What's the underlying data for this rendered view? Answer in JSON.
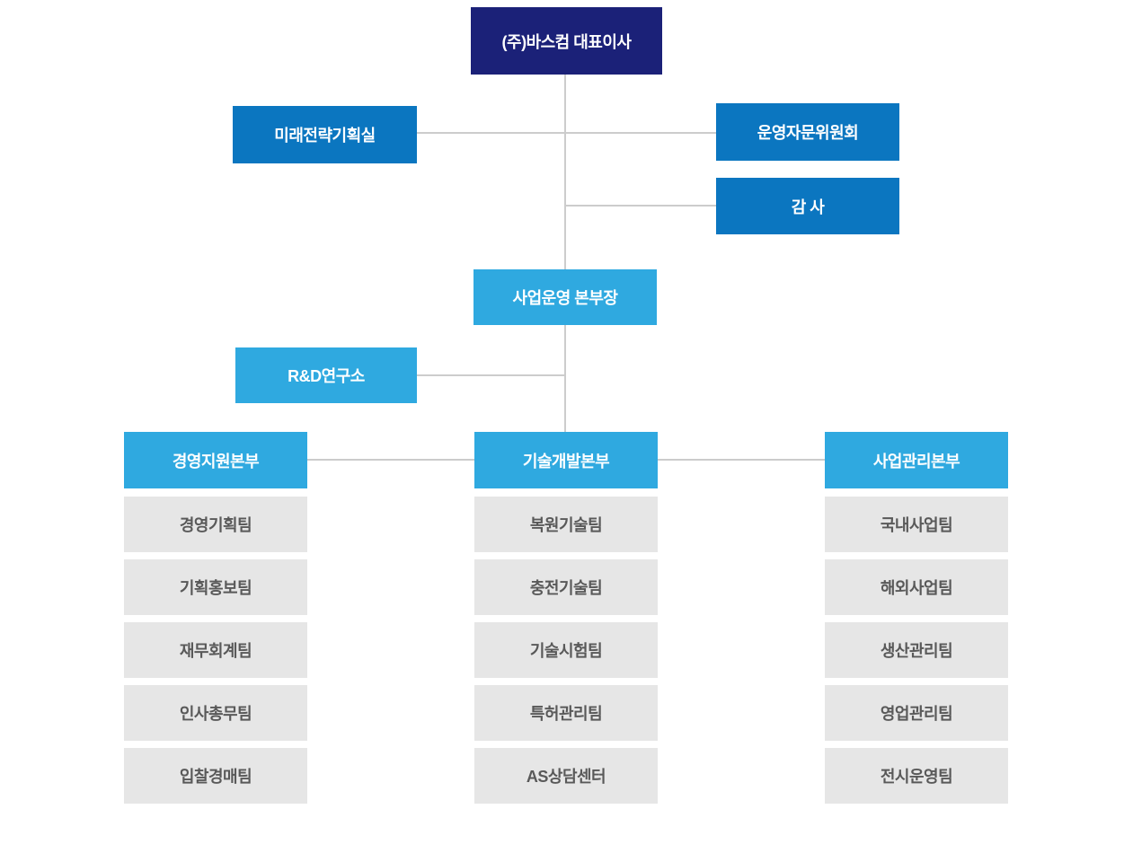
{
  "org": {
    "ceo": "(주)바스컴 대표이사",
    "staff": {
      "future_strategy": "미래전략기획실",
      "advisory_committee": "운영자문위원회",
      "audit": "감 사"
    },
    "operations_head": "사업운영 본부장",
    "rnd_institute": "R&D연구소",
    "divisions": [
      {
        "name": "경영지원본부",
        "teams": [
          "경영기획팀",
          "기획홍보팀",
          "재무회계팀",
          "인사총무팀",
          "입찰경매팀"
        ]
      },
      {
        "name": "기술개발본부",
        "teams": [
          "복원기술팀",
          "충전기술팀",
          "기술시험팀",
          "특허관리팀",
          "AS상담센터"
        ]
      },
      {
        "name": "사업관리본부",
        "teams": [
          "국내사업팀",
          "해외사업팀",
          "생산관리팀",
          "영업관리팀",
          "전시운영팀"
        ]
      }
    ],
    "colors": {
      "ceo_bg": "#1b2178",
      "staff_bg": "#0b76c0",
      "division_bg": "#2fa9e0",
      "team_bg": "#e6e6e6",
      "team_text": "#595959",
      "connector": "#cccccc",
      "page_bg": "#ffffff"
    }
  }
}
